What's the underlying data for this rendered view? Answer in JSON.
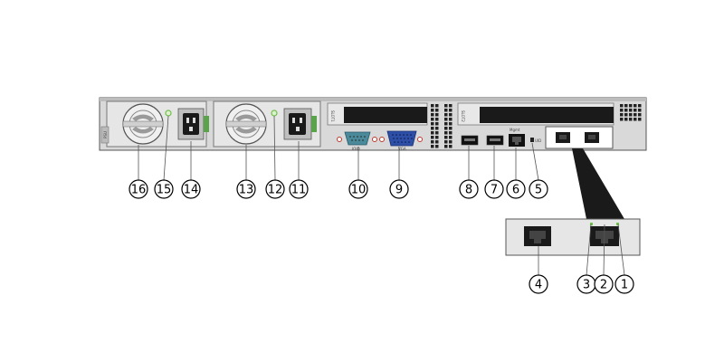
{
  "slot_labels": {
    "top_left": "SLOT1",
    "top_right": "SLOT2"
  },
  "port_labels": {
    "psu": "PSU",
    "serial": "IOIO",
    "vga": "VGA",
    "mgmt": "Mgmt",
    "uid": "UID"
  },
  "callouts": [
    {
      "id": "c16",
      "label": "16"
    },
    {
      "id": "c15",
      "label": "15"
    },
    {
      "id": "c14",
      "label": "14"
    },
    {
      "id": "c13",
      "label": "13"
    },
    {
      "id": "c12",
      "label": "12"
    },
    {
      "id": "c11",
      "label": "11"
    },
    {
      "id": "c10",
      "label": "10"
    },
    {
      "id": "c9",
      "label": "9"
    },
    {
      "id": "c8",
      "label": "8"
    },
    {
      "id": "c7",
      "label": "7"
    },
    {
      "id": "c6",
      "label": "6"
    },
    {
      "id": "c5",
      "label": "5"
    },
    {
      "id": "c4",
      "label": "4"
    },
    {
      "id": "c3",
      "label": "3"
    },
    {
      "id": "c2",
      "label": "2"
    },
    {
      "id": "c1",
      "label": "1"
    }
  ],
  "colors": {
    "chassis": "#d9d9d9",
    "panel": "#cfcfcf",
    "dark": "#1a1a1a",
    "vga_blue": "#2d4fa8",
    "serial_teal": "#4a8a9a",
    "led_green": "#6fbf4a",
    "psu_green": "#5aa34a",
    "line": "#555555"
  }
}
